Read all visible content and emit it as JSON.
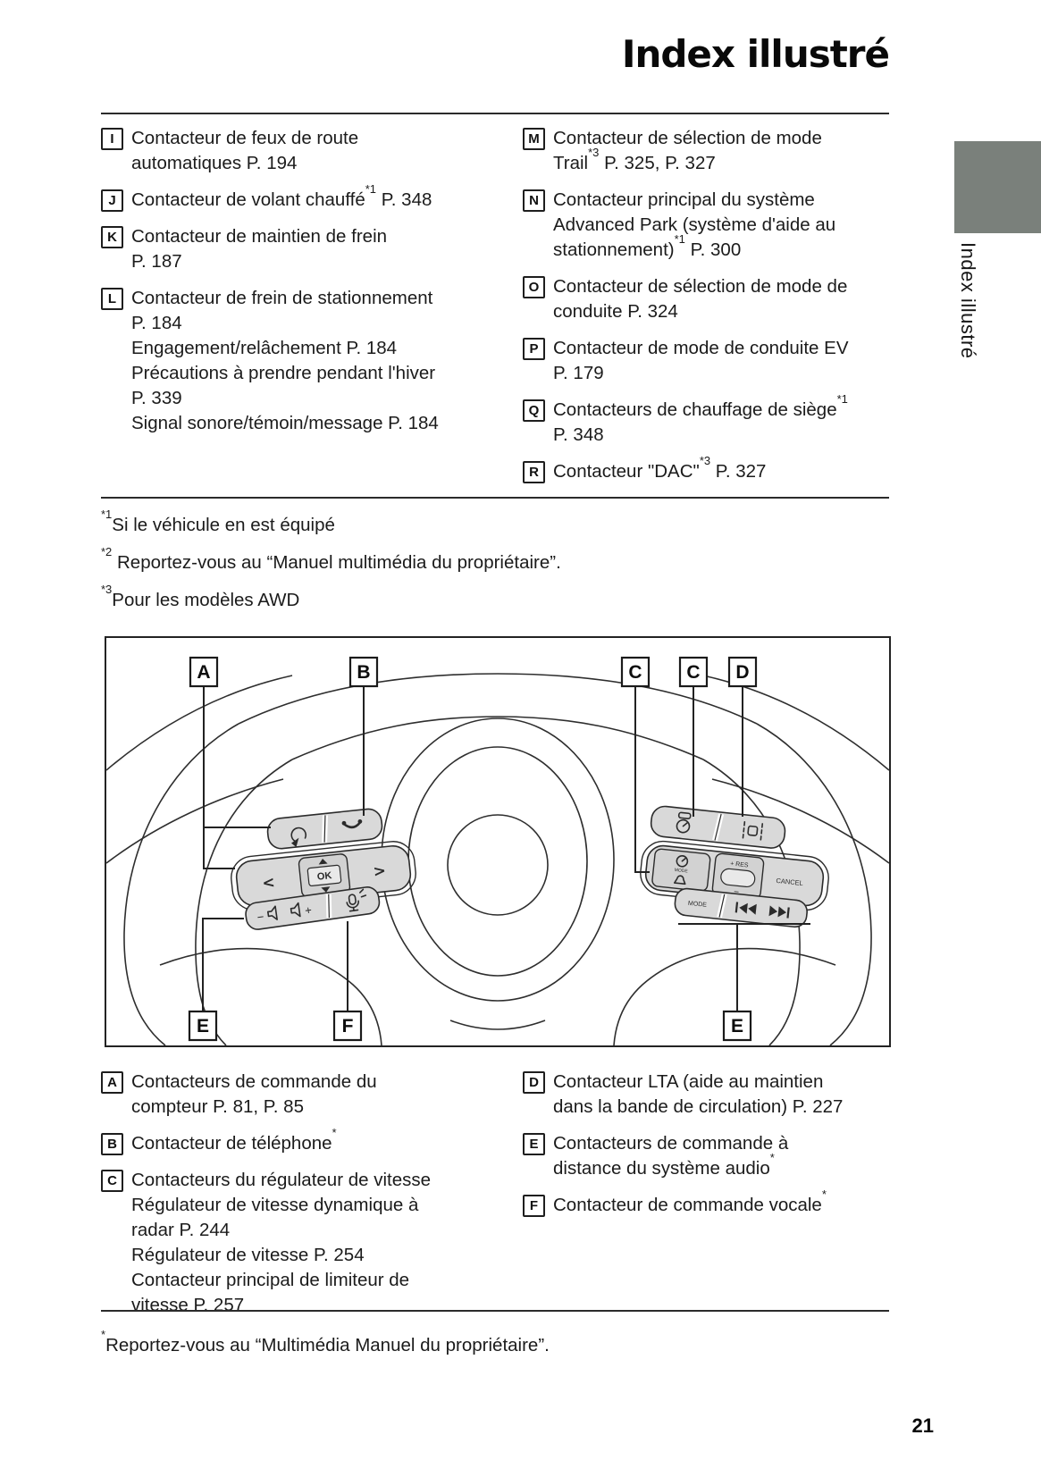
{
  "header": {
    "title": "Index illustré"
  },
  "side_tab": {
    "label": "Index illustré"
  },
  "page_number": "21",
  "top_list": {
    "left": [
      {
        "key": "I",
        "lines": [
          [
            "Contacteur de feux de route automatiques P. 194"
          ]
        ]
      },
      {
        "key": "J",
        "lines": [
          [
            "Contacteur de volant chauffé",
            {
              "sup": "*1"
            },
            " P. 348"
          ]
        ]
      },
      {
        "key": "K",
        "lines": [
          [
            "Contacteur de maintien de frein P. 187"
          ]
        ]
      },
      {
        "key": "L",
        "lines": [
          [
            "Contacteur de frein de stationnement P. 184"
          ],
          [
            "Engagement/relâchement P. 184"
          ],
          [
            "Précautions à prendre pendant l'hiver P. 339"
          ],
          [
            "Signal sonore/témoin/message P. 184"
          ]
        ]
      }
    ],
    "right": [
      {
        "key": "M",
        "lines": [
          [
            "Contacteur de sélection de mode Trail",
            {
              "sup": "*3"
            },
            " P. 325, P. 327"
          ]
        ]
      },
      {
        "key": "N",
        "lines": [
          [
            "Contacteur principal du système Advanced Park (système d'aide au stationnement)",
            {
              "sup": "*1"
            },
            " P. 300"
          ]
        ]
      },
      {
        "key": "O",
        "lines": [
          [
            "Contacteur de sélection de mode de conduite P. 324"
          ]
        ]
      },
      {
        "key": "P",
        "lines": [
          [
            "Contacteur de mode de conduite EV P. 179"
          ]
        ]
      },
      {
        "key": "Q",
        "lines": [
          [
            "Contacteurs de chauffage de siège",
            {
              "sup": "*1"
            },
            " P. 348"
          ]
        ]
      },
      {
        "key": "R",
        "lines": [
          [
            "Contacteur \"DAC\"",
            {
              "sup": "*3"
            },
            " P. 327"
          ]
        ]
      }
    ]
  },
  "footnotes": [
    {
      "sup": "*1",
      "text": "Si le véhicule en est équipé"
    },
    {
      "sup": "*2",
      "text": " Reportez-vous au “Manuel multimédia du propriétaire”."
    },
    {
      "sup": "*3",
      "text": "Pour les modèles AWD"
    }
  ],
  "diagram": {
    "callouts_top": [
      "A",
      "B",
      "C",
      "C",
      "D"
    ],
    "callouts_bottom": [
      "E",
      "F",
      "E"
    ],
    "buttons": {
      "ok": "OK",
      "cancel": "CANCEL",
      "res": "+ RES",
      "minus": "−",
      "mode_small": "MODE",
      "mode": "MODE",
      "vol_minus": "−",
      "vol_plus": "+"
    }
  },
  "bottom_list": {
    "left": [
      {
        "key": "A",
        "lines": [
          [
            "Contacteurs de commande du compteur P. 81, P. 85"
          ]
        ]
      },
      {
        "key": "B",
        "lines": [
          [
            "Contacteur de téléphone",
            {
              "sup": "*"
            }
          ]
        ]
      },
      {
        "key": "C",
        "lines": [
          [
            "Contacteurs du régulateur de vitesse"
          ],
          [
            "Régulateur de vitesse dynamique à radar P. 244"
          ],
          [
            "Régulateur de vitesse P. 254"
          ],
          [
            "Contacteur principal de limiteur de vitesse P. 257"
          ]
        ]
      }
    ],
    "right": [
      {
        "key": "D",
        "lines": [
          [
            "Contacteur LTA (aide au maintien dans la bande de circulation) P. 227"
          ]
        ]
      },
      {
        "key": "E",
        "lines": [
          [
            "Contacteurs de commande à distance du système audio",
            {
              "sup": "*"
            }
          ]
        ]
      },
      {
        "key": "F",
        "lines": [
          [
            "Contacteur de commande vocale",
            {
              "sup": "*"
            }
          ]
        ]
      }
    ]
  },
  "bottom_footnote": {
    "sup": "*",
    "text": "Reportez-vous au “Multimédia Manuel du propriétaire”."
  }
}
